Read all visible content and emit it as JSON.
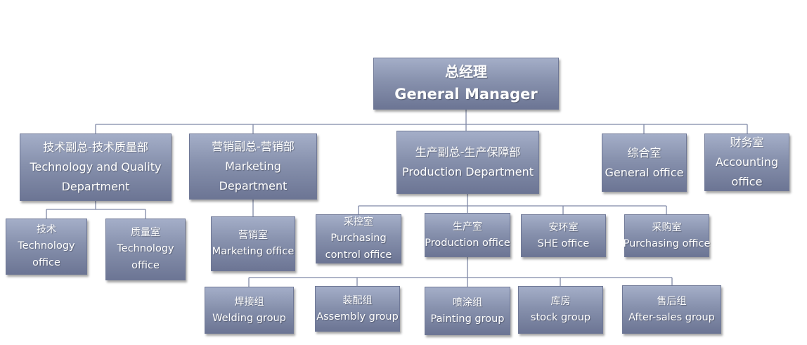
{
  "org": {
    "gm": {
      "zh": "总经理",
      "en": "General Manager"
    },
    "tech_dept": {
      "zh": "技术副总-技术质量部",
      "en1": "Technology and Quality",
      "en2": "Department"
    },
    "mkt_dept": {
      "zh": "营销副总-营销部",
      "en1": "Marketing",
      "en2": "Department"
    },
    "prod_dept": {
      "zh": "生产副总-生产保障部",
      "en1": "Production Department"
    },
    "general_office": {
      "zh": "综合室",
      "en1": "General office"
    },
    "accounting": {
      "zh": "财务室",
      "en1": "Accounting",
      "en2": "office"
    },
    "tech_office": {
      "zh": "技术",
      "en1": "Technology",
      "en2": "office"
    },
    "quality_office": {
      "zh": "质量室",
      "en1": "Technology",
      "en2": "office"
    },
    "mkt_office": {
      "zh": "营销室",
      "en1": "Marketing office"
    },
    "purch_ctrl": {
      "zh": "采控室",
      "en1": "Purchasing",
      "en2": "control office"
    },
    "prod_office": {
      "zh": "生产室",
      "en1": "Production office"
    },
    "she_office": {
      "zh": "安环室",
      "en1": "SHE office"
    },
    "purch_office": {
      "zh": "采购室",
      "en1": "Purchasing office"
    },
    "welding": {
      "zh": "焊接组",
      "en1": "Welding group"
    },
    "assembly": {
      "zh": "装配组",
      "en1": "Assembly group"
    },
    "painting": {
      "zh": "喷涂组",
      "en1": "Painting group"
    },
    "stock": {
      "zh": "库房",
      "en1": "stock group"
    },
    "aftersales": {
      "zh": "售后组",
      "en1": "After-sales group"
    }
  }
}
